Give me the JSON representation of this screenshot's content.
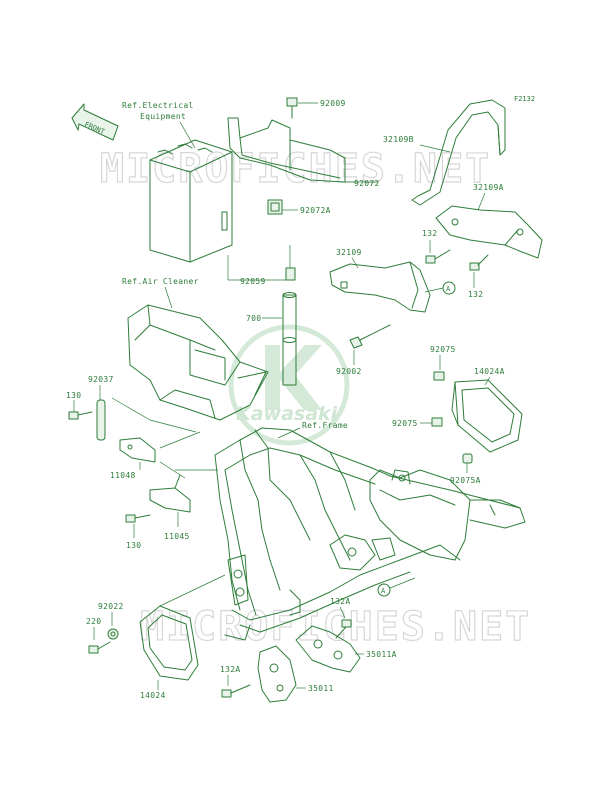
{
  "diagram": {
    "code": "F2132",
    "watermark": "MICROFICHES.NET",
    "logo": "Kawasaki",
    "front_label": "FRONT",
    "refs": {
      "electrical": [
        "Ref.Electrical",
        "Equipment"
      ],
      "air_cleaner": "Ref.Air Cleaner",
      "frame": "Ref.Frame"
    },
    "parts": [
      {
        "id": "92009"
      },
      {
        "id": "92072"
      },
      {
        "id": "92072A"
      },
      {
        "id": "92059"
      },
      {
        "id": "700"
      },
      {
        "id": "92002"
      },
      {
        "id": "92037"
      },
      {
        "id": "130"
      },
      {
        "id": "11048"
      },
      {
        "id": "11045"
      },
      {
        "id": "130"
      },
      {
        "id": "32109B"
      },
      {
        "id": "32109A"
      },
      {
        "id": "132"
      },
      {
        "id": "132"
      },
      {
        "id": "32109"
      },
      {
        "id": "92075"
      },
      {
        "id": "14024A"
      },
      {
        "id": "92075"
      },
      {
        "id": "92075A"
      },
      {
        "id": "92022"
      },
      {
        "id": "220"
      },
      {
        "id": "14024"
      },
      {
        "id": "132A"
      },
      {
        "id": "35011A"
      },
      {
        "id": "132A"
      },
      {
        "id": "35011"
      }
    ],
    "markers": [
      "A",
      "A"
    ]
  }
}
